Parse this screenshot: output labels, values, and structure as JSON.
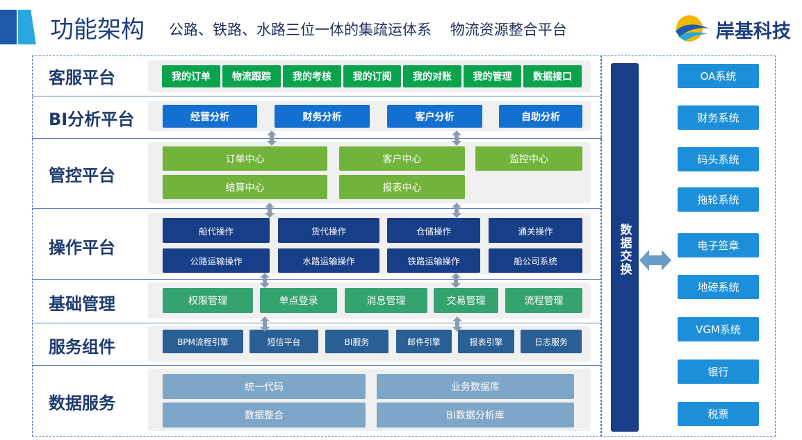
{
  "header": {
    "title": "功能架构",
    "subtitle": "公路、铁路、水路三位一体的集疏运体系    物流资源整合平台",
    "logo_text": "岸基科技"
  },
  "layers": [
    {
      "label": "客服平台",
      "items": [
        "我的订单",
        "物流跟踪",
        "我的考核",
        "我的订阅",
        "我的对账",
        "我的管理",
        "数据接口"
      ]
    },
    {
      "label": "BI分析平台",
      "items": [
        "经营分析",
        "财务分析",
        "客户分析",
        "自助分析"
      ]
    },
    {
      "label": "管控平台",
      "items": [
        "订单中心",
        "客户中心",
        "监控中心",
        "结算中心",
        "报表中心"
      ]
    },
    {
      "label": "操作平台",
      "items": [
        "船代操作",
        "货代操作",
        "仓储操作",
        "通关操作",
        "公路运输操作",
        "水路运输操作",
        "铁路运输操作",
        "船公司系统"
      ]
    },
    {
      "label": "基础管理",
      "items": [
        "权限管理",
        "单点登录",
        "消息管理",
        "交易管理",
        "流程管理"
      ]
    },
    {
      "label": "服务组件",
      "items": [
        "BPM流程引擎",
        "短信平台",
        "BI服务",
        "邮件引擎",
        "报表引擎",
        "日志服务"
      ]
    },
    {
      "label": "数据服务",
      "items": [
        "统一代码",
        "业务数据库",
        "数据整合",
        "BI数据分析库"
      ]
    }
  ],
  "exchange": {
    "label": "数据交换"
  },
  "external_systems": [
    "OA系统",
    "财务系统",
    "码头系统",
    "拖轮系统",
    "电子签章",
    "地磅系统",
    "VGM系统",
    "银行",
    "税票"
  ],
  "colors": {
    "service": "#09a34d",
    "bi": "#1470d0",
    "control": "#72b43b",
    "operation": "#173e87",
    "base": "#35a370",
    "component": "#2a5f96",
    "data": "#7ea6c8",
    "system": "#1d8fd8"
  }
}
